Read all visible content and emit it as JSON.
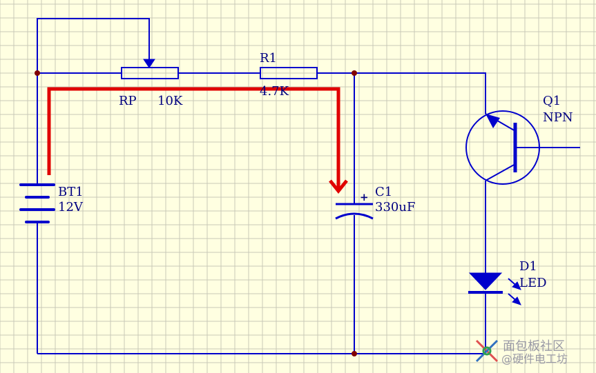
{
  "colors": {
    "background": "#FFFFE1",
    "grid": "#C8C8B8",
    "wire": "#0000CC",
    "junction": "#800000",
    "label": "#000080",
    "current_arrow": "#E00000",
    "watermark": "#9090A0"
  },
  "components": {
    "rp": {
      "designator": "RP",
      "value": "10K"
    },
    "r1": {
      "designator": "R1",
      "value": "4.7K"
    },
    "bt1": {
      "designator": "BT1",
      "value": "12V"
    },
    "c1": {
      "designator": "C1",
      "value": "330uF",
      "polarity": "+"
    },
    "q1": {
      "designator": "Q1",
      "value": "NPN"
    },
    "d1": {
      "designator": "D1",
      "value": "LED"
    }
  },
  "watermark": {
    "text": "面包板社区",
    "subtext": "@硬件电工坊"
  }
}
